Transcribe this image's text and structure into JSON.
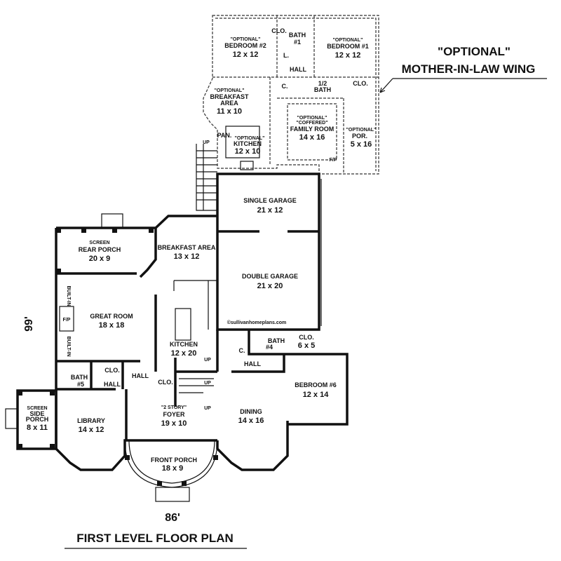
{
  "title": "FIRST LEVEL FLOOR PLAN",
  "dimensions": {
    "width": "86'",
    "depth": "99'"
  },
  "callout": {
    "line1": "\"OPTIONAL\"",
    "line2": "MOTHER-IN-LAW WING"
  },
  "watermark": "©sullivanhomeplans.com",
  "wing": {
    "bedroom2": {
      "tag": "\"OPTIONAL\"",
      "name": "BEDROOM #2",
      "size": "12 x 12"
    },
    "bedroom1": {
      "tag": "\"OPTIONAL\"",
      "name": "BEDROOM #1",
      "size": "12 x 12"
    },
    "clo": "CLO.",
    "bath1": {
      "name": "BATH",
      "num": "#1"
    },
    "linen": "L.",
    "hall": "HALL",
    "c": "C.",
    "half_bath": {
      "name": "1/2",
      "num": "BATH"
    },
    "clo2": "CLO.",
    "breakfast": {
      "tag": "\"OPTIONAL\"",
      "name": "BREAKFAST",
      "name2": "AREA",
      "size": "11 x 10"
    },
    "family": {
      "tag": "\"OPTIONAL\"",
      "tag2": "\"COFFERED\"",
      "name": "FAMILY ROOM",
      "size": "14 x 16"
    },
    "porch": {
      "tag": "\"OPTIONAL\"",
      "name": "POR.",
      "size": "5 x 16"
    },
    "pan": "PAN.",
    "kitchen": {
      "tag": "\"OPTIONAL\"",
      "name": "KITCHEN",
      "size": "12 x 10"
    },
    "fp": "F/P",
    "up": "UP"
  },
  "rooms": {
    "single_garage": {
      "name": "SINGLE GARAGE",
      "size": "21 x 12"
    },
    "double_garage": {
      "name": "DOUBLE GARAGE",
      "size": "21 x 20"
    },
    "rear_porch": {
      "tag": "SCREEN",
      "name": "REAR PORCH",
      "size": "20 x 9"
    },
    "breakfast": {
      "name": "BREAKFAST AREA",
      "size": "13 x 12"
    },
    "great_room": {
      "name": "GREAT ROOM",
      "size": "18 x 18"
    },
    "builtin1": "BUILT-IN",
    "builtin2": "BUILT-IN",
    "fp": "F/P",
    "kitchen": {
      "name": "KITCHEN",
      "size": "12 x 20"
    },
    "bath4": {
      "name": "BATH",
      "num": "#4"
    },
    "clo4": {
      "name": "CLO.",
      "size": "6 x 5"
    },
    "c": "C.",
    "hall_garage": "HALL",
    "bath5": {
      "name": "BATH",
      "num": "#5"
    },
    "clo5": "CLO.",
    "hall5": "HALL",
    "hall_main": "HALL",
    "clo_foyer": "CLO.",
    "up1": "UP",
    "up2": "UP",
    "up3": "UP",
    "bedroom6": {
      "name": "BEBROOM #6",
      "size": "12 x 14"
    },
    "side_porch": {
      "tag": "SCREEN",
      "name": "SIDE",
      "name2": "PORCH",
      "size": "8 x 11"
    },
    "library": {
      "name": "LIBRARY",
      "size": "14 x 12"
    },
    "foyer": {
      "tag": "\"2 STORY\"",
      "name": "FOYER",
      "size": "19 x 10"
    },
    "dining": {
      "name": "DINING",
      "size": "14 x 16"
    },
    "front_porch": {
      "name": "FRONT PORCH",
      "size": "18 x 9"
    }
  }
}
